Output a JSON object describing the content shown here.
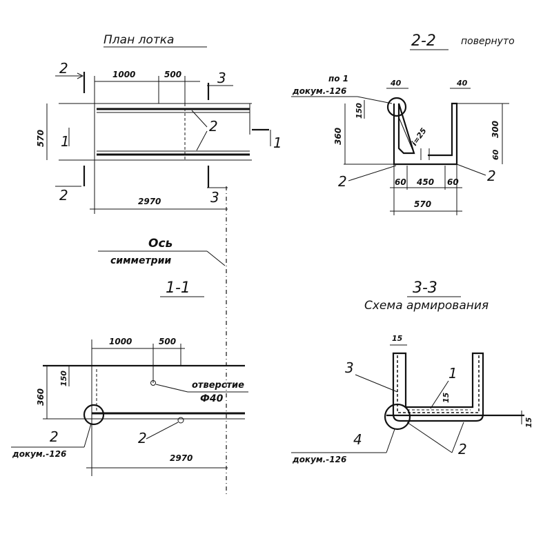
{
  "plan": {
    "title": "План лотка",
    "cut2_top": "2",
    "cut2_bottom": "2",
    "cut3_top": "3",
    "cut3_bottom": "3",
    "cut1_left": "1",
    "cut1_right": "1",
    "dim_1000": "1000",
    "dim_500": "500",
    "dim_570": "570",
    "dim_2970": "2970",
    "pos2": "2"
  },
  "axis": {
    "line1": "Ось",
    "line2": "симметрии"
  },
  "section22": {
    "title_main": "2-2",
    "title_sub": "повернуто",
    "ref_po1": "по 1",
    "ref_doc": "докум.-126",
    "dim_40_left": "40",
    "dim_40_right": "40",
    "dim_360": "360",
    "dim_150": "150",
    "dim_300": "300",
    "dim_60_v": "60",
    "slope": "i=25",
    "dim_60_l": "60",
    "dim_450": "450",
    "dim_60_r": "60",
    "dim_570": "570",
    "pos2_left": "2",
    "pos2_right": "2"
  },
  "section11": {
    "title": "1-1",
    "dim_1000": "1000",
    "dim_500": "500",
    "dim_360": "360",
    "dim_150": "150",
    "hole_line1": "отверстие",
    "hole_line2": "Ф40",
    "pos2_a": "2",
    "ref_doc": "докум.-126",
    "pos2_b": "2",
    "dim_2970": "2970"
  },
  "section33": {
    "title_main": "3-3",
    "title_sub": "Схема армирования",
    "dim_15_top": "15",
    "pos3": "3",
    "pos1": "1",
    "dim_15_mid": "15",
    "dim_15_right": "15",
    "pos4": "4",
    "ref_doc": "докум.-126",
    "pos2": "2"
  }
}
